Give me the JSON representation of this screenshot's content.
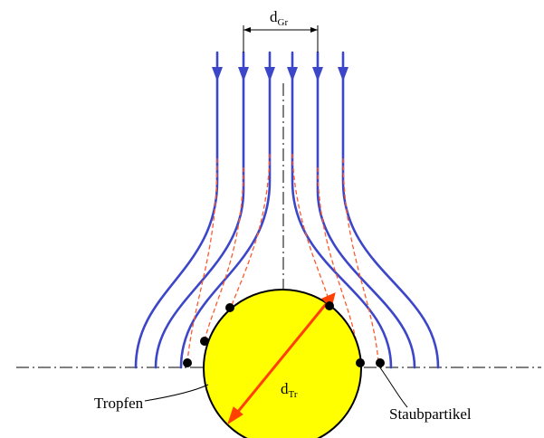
{
  "labels": {
    "gap_width": {
      "main": "d",
      "sub": "Gr"
    },
    "drop_diameter": {
      "main": "d",
      "sub": "Tr"
    },
    "drop": "Tropfen",
    "dust_particle": "Staubpartikel"
  },
  "colors": {
    "streamline": "#3c46c8",
    "particle_path": "#ff5a2d",
    "drop_fill": "#ffff00",
    "drop_outline": "#000000",
    "diameter_arrow": "#ff4000",
    "particle": "#000000",
    "axis": "#000000"
  }
}
